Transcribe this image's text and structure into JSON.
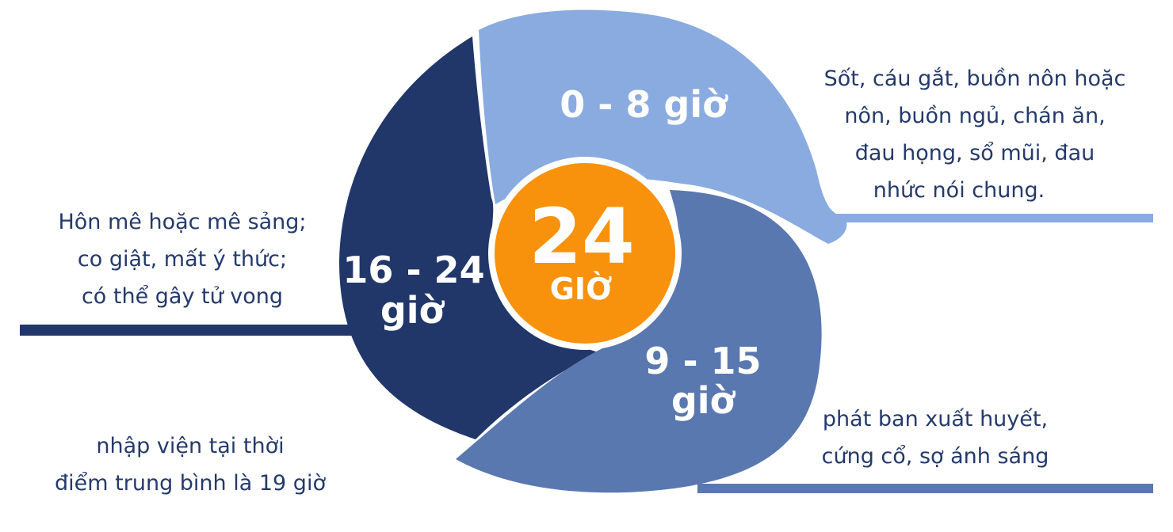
{
  "center": {
    "value": "24",
    "unit": "GIỜ"
  },
  "segments": [
    {
      "label": "0 - 8 giờ"
    },
    {
      "label_line1": "9 - 15",
      "label_line2": "giờ"
    },
    {
      "label_line1": "16 - 24",
      "label_line2": "giờ"
    }
  ],
  "descriptions": {
    "top_right": [
      "Sốt, cáu gắt, buồn nôn hoặc",
      "nôn, buồn ngủ, chán ăn,",
      "đau họng, sổ mũi, đau",
      "nhức nói chung."
    ],
    "bottom_right": [
      "phát ban xuất huyết,",
      "cứng cổ, sợ ánh sáng"
    ],
    "left": [
      "Hôn mê hoặc mê sảng;",
      "co giật, mất ý thức;",
      "có thể gây tử vong"
    ],
    "bottom_left": [
      "nhập viện tại thời",
      "điểm trung bình là 19 giờ"
    ]
  },
  "colors": {
    "segment_light": "#8aabe0",
    "segment_mid": "#5a78b0",
    "segment_dark": "#213769",
    "center": "#f8920d",
    "text_dark": "#253a6c",
    "label_white": "#ffffff"
  }
}
